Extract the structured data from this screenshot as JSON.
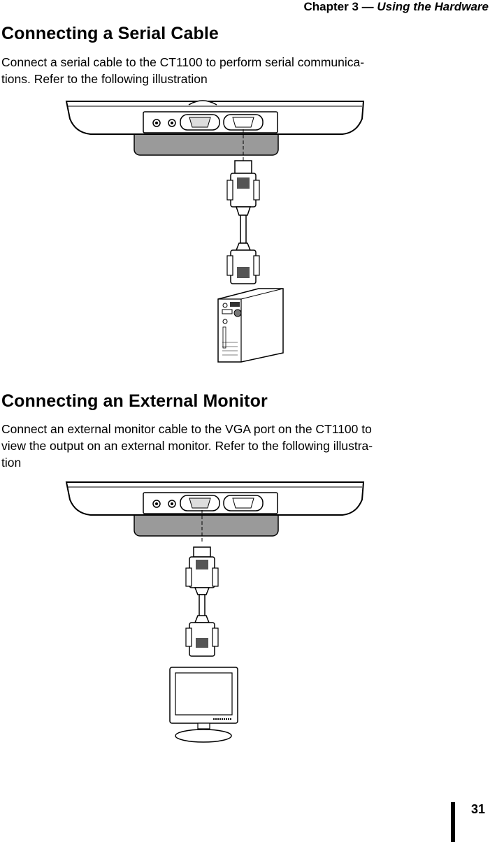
{
  "header": {
    "chapter": "Chapter 3 — ",
    "title": "Using the Hardware"
  },
  "section1": {
    "heading": "Connecting a Serial Cable",
    "lines": [
      "Connect a serial cable to the CT1100 to perform serial communica-",
      "tions. Refer to the following illustration"
    ]
  },
  "section2": {
    "heading": "Connecting an External Monitor",
    "lines": [
      "Connect an external monitor cable to the VGA port on the CT1100 to",
      "view the output on an external monitor. Refer to the following illustra-",
      "tion"
    ]
  },
  "page_number": "31"
}
